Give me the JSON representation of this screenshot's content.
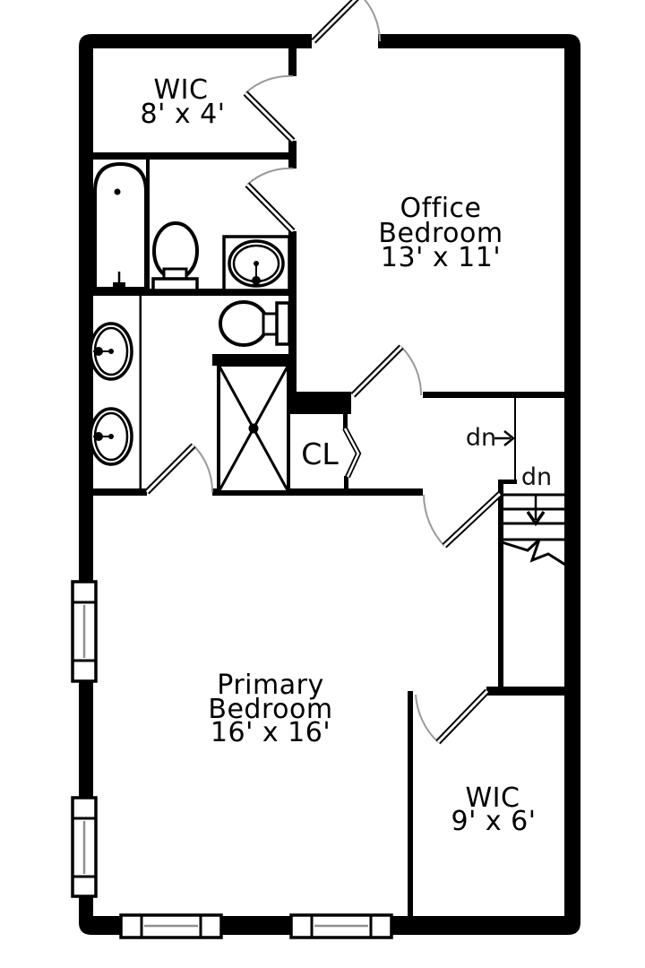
{
  "rooms": {
    "wic_top": {
      "name": "WIC",
      "dims": "8' x 4'"
    },
    "office_bedroom": {
      "name_line1": "Office",
      "name_line2": "Bedroom",
      "dims": "13' x 11'"
    },
    "closet": {
      "name": "CL"
    },
    "primary_bedroom": {
      "name_line1": "Primary",
      "name_line2": "Bedroom",
      "dims": "16' x 16'"
    },
    "wic_bottom": {
      "name": "WIC",
      "dims": "9' x 6'"
    }
  },
  "stairs": {
    "down_label_upper": "dn",
    "down_label_lower": "dn"
  },
  "fixtures": {
    "top_bathroom": [
      "bathtub",
      "toilet",
      "vanity-sink"
    ],
    "primary_bathroom": [
      "double-vanity-sinks",
      "toilet",
      "shower"
    ]
  },
  "colors": {
    "wall": "#000000",
    "door_arc": "#9a9a9a",
    "window_mullion": "#8f8f8f",
    "background": "#ffffff"
  }
}
